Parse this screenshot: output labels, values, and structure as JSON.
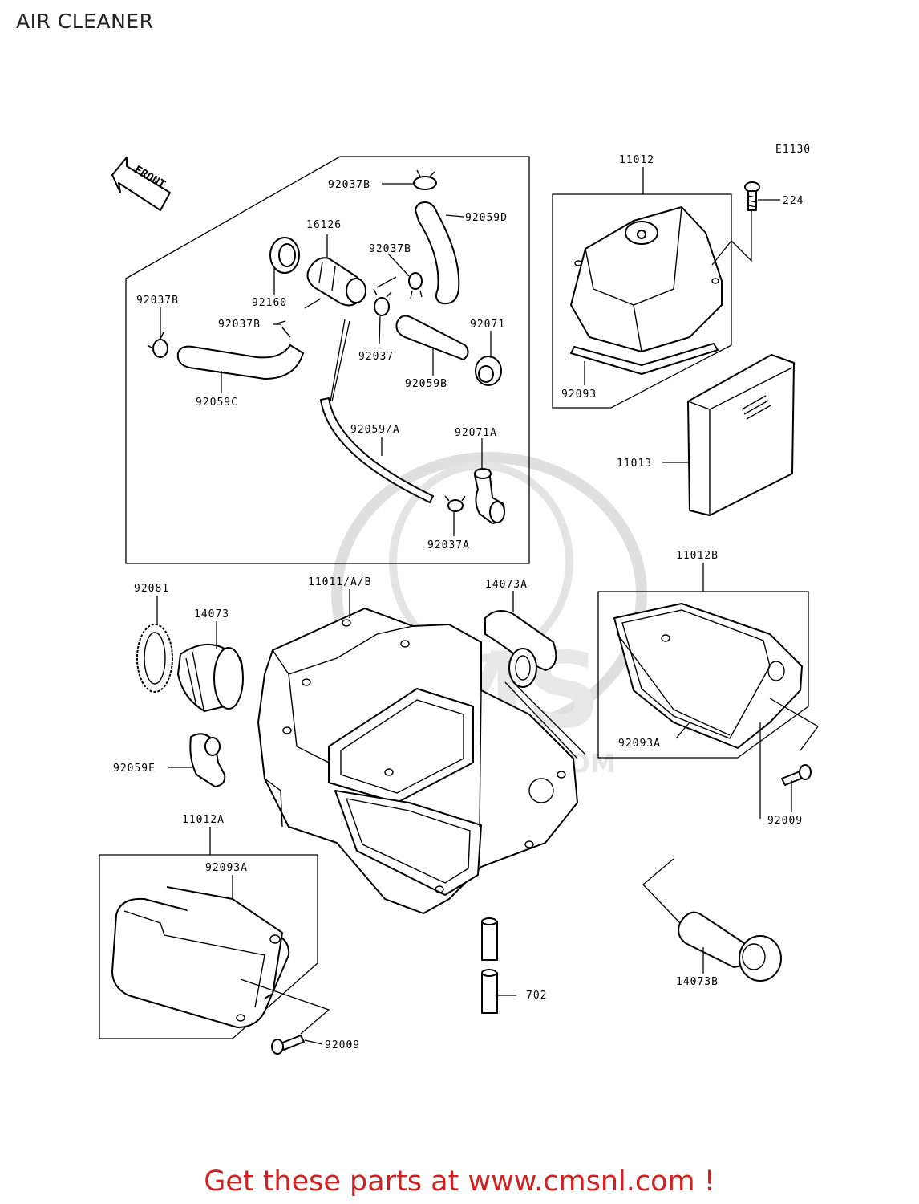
{
  "title": "AIR CLEANER",
  "diagram_code": "E1130",
  "front_label": "FRONT",
  "footer_text": "Get these parts at www.cmsnl.com !",
  "watermark_text": "CMS",
  "watermark_url": "WWW.CMSNL.COM",
  "part_labels": {
    "p92037B_top": "92037B",
    "p92059D": "92059D",
    "p16126": "16126",
    "p92037B_mid": "92037B",
    "p92160": "92160",
    "p92037B_left": "92037B",
    "p92037B_center": "92037B",
    "p92071": "92071",
    "p92037": "92037",
    "p92059B": "92059B",
    "p92059C": "92059C",
    "p92059A": "92059/A",
    "p92071A": "92071A",
    "p92037A": "92037A",
    "p11012": "11012",
    "p224": "224",
    "p92093": "92093",
    "p11013": "11013",
    "p92081": "92081",
    "p14073": "14073",
    "p11011": "11011/A/B",
    "p14073A": "14073A",
    "p11012B": "11012B",
    "p92093A_right": "92093A",
    "p92059E": "92059E",
    "p92009_right": "92009",
    "p11012A": "11012A",
    "p92093A_left": "92093A",
    "p702": "702",
    "p14073B": "14073B",
    "p92009_left": "92009"
  },
  "colors": {
    "footer": "#d21f1f",
    "line": "#000000",
    "watermark": "#d8d8d8"
  }
}
